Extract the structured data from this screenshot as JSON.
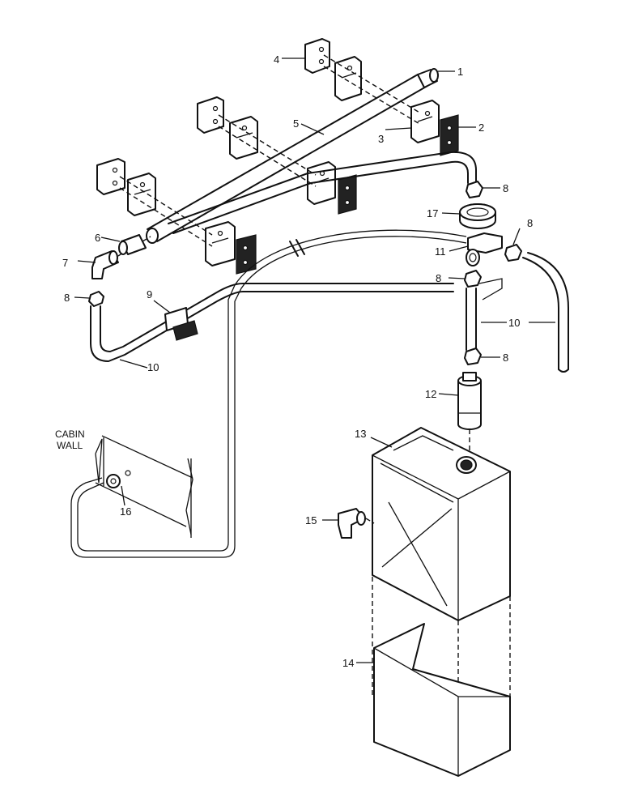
{
  "labels": {
    "p1": "1",
    "p2": "2",
    "p3": "3",
    "p4": "4",
    "p5": "5",
    "p6": "6",
    "p7": "7",
    "p8": "8",
    "p9": "9",
    "p10": "10",
    "p11": "11",
    "p12": "12",
    "p13": "13",
    "p14": "14",
    "p15": "15",
    "p16": "16",
    "p17": "17"
  },
  "cabin_wall": {
    "line1": "CABIN",
    "line2": "WALL"
  }
}
